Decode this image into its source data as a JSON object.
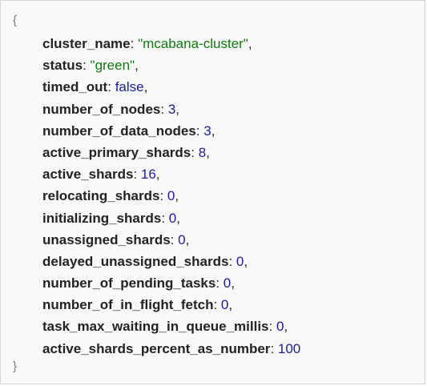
{
  "open_brace": "{",
  "close_brace": "}",
  "entries": [
    {
      "key": "cluster_name",
      "value": "\"mcabana-cluster\"",
      "type": "string",
      "comma": ","
    },
    {
      "key": "status",
      "value": "\"green\"",
      "type": "string",
      "comma": ","
    },
    {
      "key": "timed_out",
      "value": "false",
      "type": "bool",
      "comma": ","
    },
    {
      "key": "number_of_nodes",
      "value": "3",
      "type": "number",
      "comma": ","
    },
    {
      "key": "number_of_data_nodes",
      "value": "3",
      "type": "number",
      "comma": ","
    },
    {
      "key": "active_primary_shards",
      "value": "8",
      "type": "number",
      "comma": ","
    },
    {
      "key": "active_shards",
      "value": "16",
      "type": "number",
      "comma": ","
    },
    {
      "key": "relocating_shards",
      "value": "0",
      "type": "number",
      "comma": ","
    },
    {
      "key": "initializing_shards",
      "value": "0",
      "type": "number",
      "comma": ","
    },
    {
      "key": "unassigned_shards",
      "value": "0",
      "type": "number",
      "comma": ","
    },
    {
      "key": "delayed_unassigned_shards",
      "value": "0",
      "type": "number",
      "comma": ","
    },
    {
      "key": "number_of_pending_tasks",
      "value": "0",
      "type": "number",
      "comma": ","
    },
    {
      "key": "number_of_in_flight_fetch",
      "value": "0",
      "type": "number",
      "comma": ","
    },
    {
      "key": "task_max_waiting_in_queue_millis",
      "value": "0",
      "type": "number",
      "comma": ","
    },
    {
      "key": "active_shards_percent_as_number",
      "value": "100",
      "type": "number",
      "comma": ""
    }
  ],
  "colors": {
    "key": "#222222",
    "string": "#117a11",
    "number": "#1a1aa6",
    "brace": "#777777",
    "background": "#f9f9f9"
  }
}
